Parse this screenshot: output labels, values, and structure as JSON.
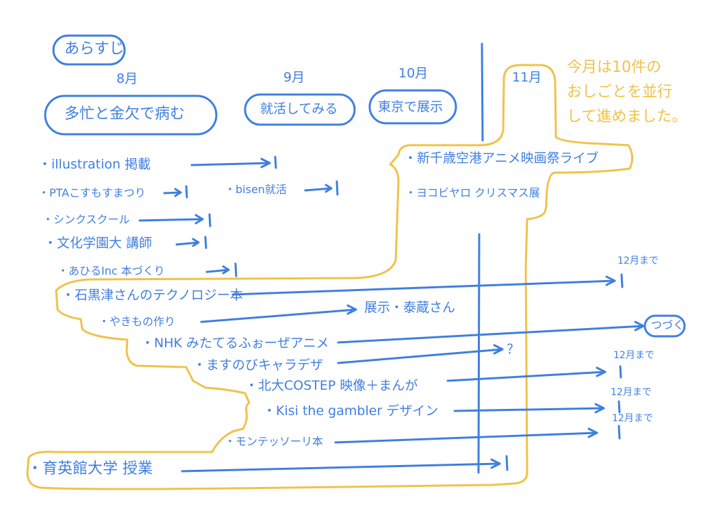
{
  "colors": {
    "ink": "#3f7fe0",
    "highlight": "#f0c24a",
    "paper": "#ffffff"
  },
  "header": {
    "label": "あらすじ"
  },
  "months": {
    "aug": "8月",
    "sep": "9月",
    "oct": "10月",
    "nov": "11月"
  },
  "bubbles": {
    "aug": "多忙と金欠で病む",
    "sep": "就活してみる",
    "oct": "東京で展示"
  },
  "note": {
    "line1": "今月は10件の",
    "line2": "おしごとを並行",
    "line3": "して進めました。"
  },
  "tasks": {
    "t1": "・illustration 掲載",
    "t2": "・PTAこすもすまつり",
    "t3": "・bisen就活",
    "t4": "・シンクスクール",
    "t5": "・文化学園大 講師",
    "t6": "・あひるInc 本づくり",
    "t7": "・石黒津さんのテクノロジー本",
    "t8": "・やきもの作り",
    "t9": "・NHK みたてるふぉーぜアニメ",
    "t10": "・ますのびキャラデザ",
    "t11": "・北大COSTEP 映像＋まんが",
    "t12": "・Kisi the gambler デザイン",
    "t13": "・モンテッソーリ本",
    "t14": "・育英館大学 授業",
    "n1": "・新千歳空港アニメ映画祭ライブ",
    "n2": "・ヨコビヤロ クリスマス展"
  },
  "annotations": {
    "exhibit": "展示・泰蔵さん",
    "continue": "つづく",
    "question": "？",
    "until_dec_1": "12月まで",
    "until_dec_2": "12月まで",
    "until_dec_3": "12月まで",
    "until_dec_4": "12月まで"
  }
}
